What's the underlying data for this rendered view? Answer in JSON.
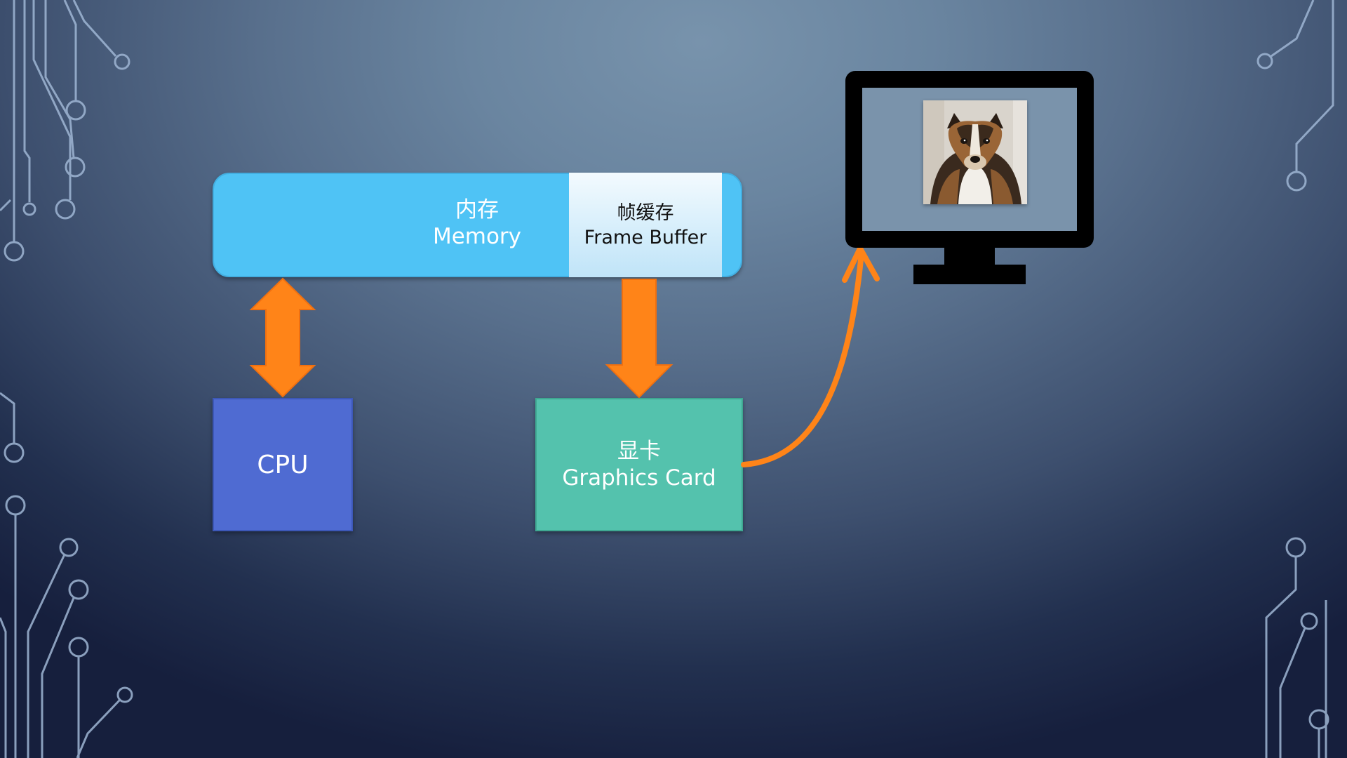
{
  "memory": {
    "label_cn": "内存",
    "label_en": "Memory",
    "color": "#4fc3f5"
  },
  "frame_buffer": {
    "label_cn": "帧缓存",
    "label_en": "Frame Buffer"
  },
  "cpu": {
    "label": "CPU",
    "color": "#4f6bd2"
  },
  "graphics_card": {
    "label_cn": "显卡",
    "label_en": "Graphics Card",
    "color": "#54c2ad"
  },
  "arrow_color": "#ff8418",
  "monitor": {
    "icon": "monitor-icon",
    "image": "collie-dog-photo"
  },
  "decoration": "circuit-lines"
}
